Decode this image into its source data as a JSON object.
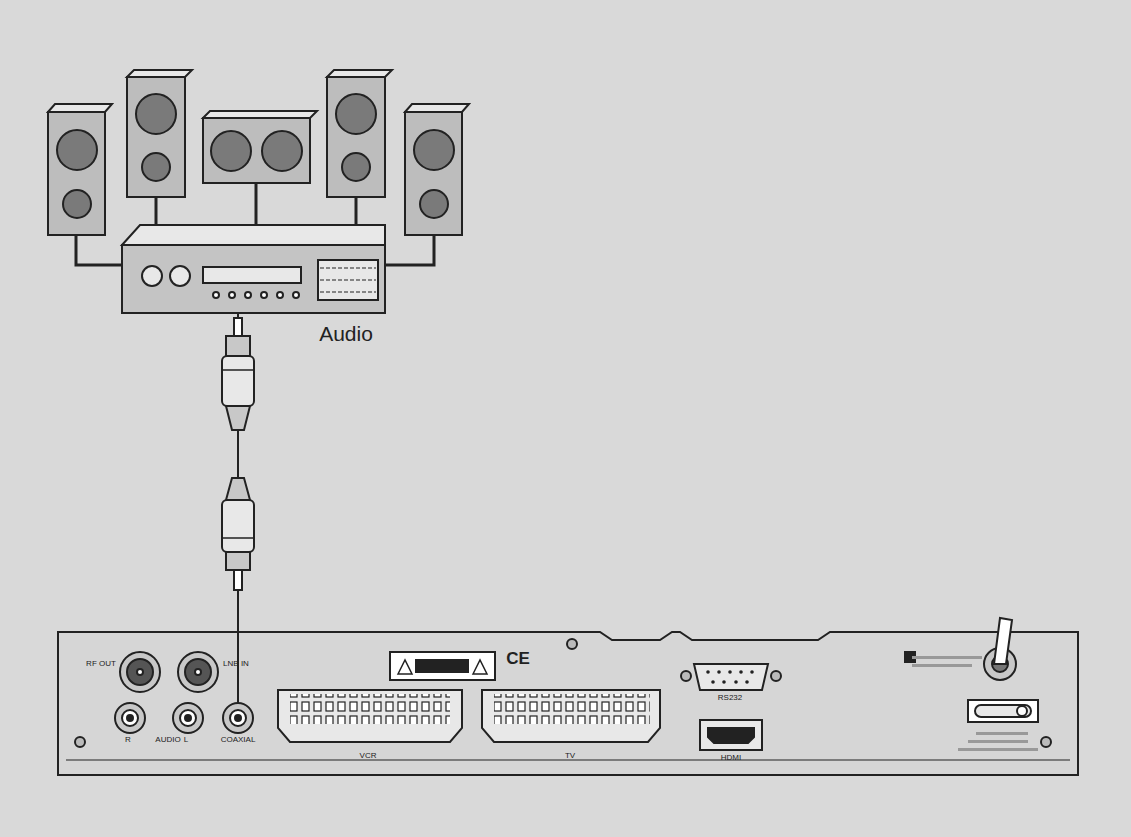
{
  "diagram": {
    "nodes": [
      {
        "text": [
          "Audio"
        ]
      },
      {
        "text": [
          "RF OUT",
          "LNB IN",
          "R",
          "AUDIO",
          "L",
          "COAXIAL",
          "VCR",
          "TV",
          "RS232",
          "HDMI",
          "CE"
        ]
      }
    ],
    "edges": [
      {
        "from": 0,
        "to": 1,
        "arrow": "none"
      }
    ]
  }
}
